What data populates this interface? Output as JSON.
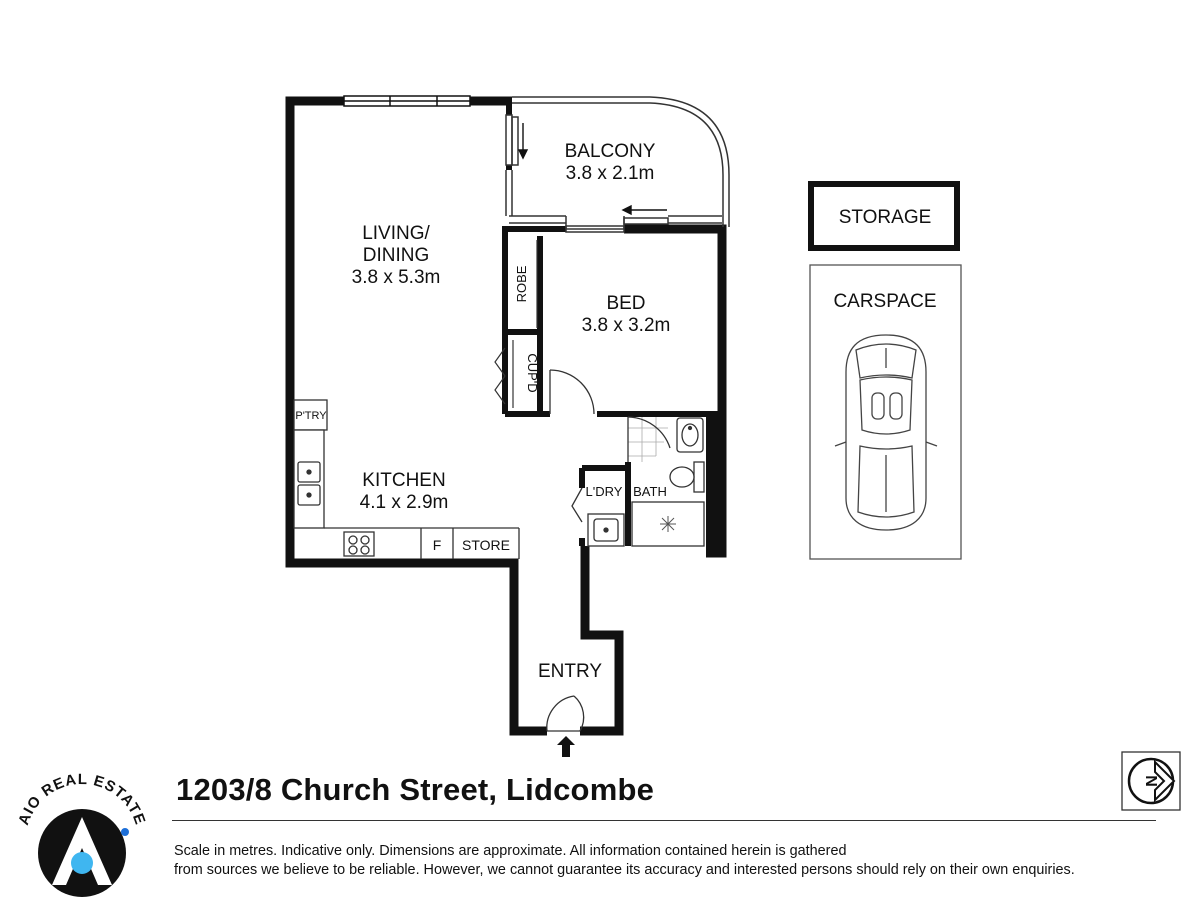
{
  "colors": {
    "wall": "#111111",
    "line": "#333333",
    "accent_blue": "#1d6fd8",
    "accent_cyan": "#3fb6f0"
  },
  "rooms": {
    "balcony": {
      "name": "BALCONY",
      "dims": "3.8 x 2.1m"
    },
    "living_line1": "LIVING/",
    "living_line2": "DINING",
    "living_dims": "3.8 x 5.3m",
    "robe": "ROBE",
    "bed": {
      "name": "BED",
      "dims": "3.8 x 3.2m"
    },
    "cupd": "CUP'D",
    "pantry": "P'TRY",
    "kitchen": {
      "name": "KITCHEN",
      "dims": "4.1 x 2.9m"
    },
    "fridge": "F",
    "store": "STORE",
    "laundry": "L'DRY",
    "bath": "BATH",
    "entry": "ENTRY",
    "storage": "STORAGE",
    "carspace": "CARSPACE"
  },
  "address": "1203/8 Church Street, Lidcombe",
  "disclaimer_line1": "Scale in metres. Indicative only. Dimensions are approximate. All information contained herein is gathered",
  "disclaimer_line2": "from sources we believe to be reliable. However, we cannot guarantee its accuracy and interested persons should rely on their own enquiries.",
  "logo_text": "AIO REAL ESTATE",
  "compass_label": "N"
}
